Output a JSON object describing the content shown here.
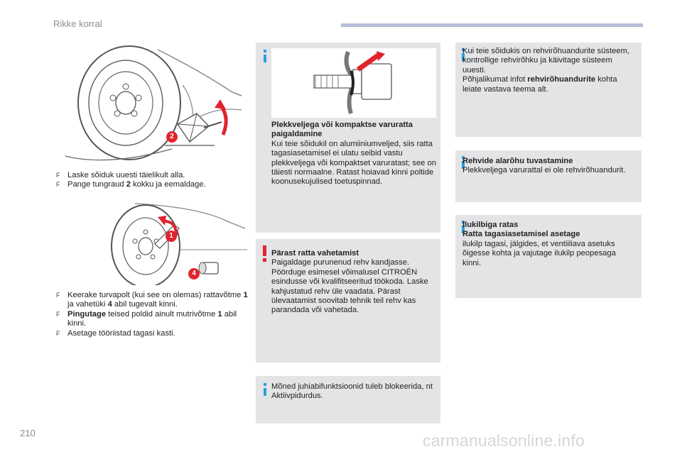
{
  "header": {
    "title": "Rikke korral"
  },
  "page_number": "210",
  "watermark": "carmanualsonline.info",
  "left": {
    "fig1_callout": "2",
    "fig2_callouts": [
      "1",
      "4"
    ],
    "step1": [
      "Laske sõiduk uuesti täielikult alla.",
      {
        "pre": "Pange tungraud ",
        "bold": "2",
        "post": " kokku ja eemaldage."
      }
    ],
    "step2": [
      {
        "pre": "Keerake turvapolt (kui see on olemas) rattavõtme ",
        "b1": "1",
        "mid": " ja vahetüki ",
        "b2": "4",
        "post": " abil tugevalt kinni."
      },
      {
        "bold": "Pingutage",
        "pre": " teised poldid ainult mutrivõtme ",
        "b1": "1",
        "post": " abil kinni."
      },
      "Asetage tööriistad tagasi kasti."
    ],
    "bullet_glyph": "F"
  },
  "middle": {
    "info1_title": "Plekkveljega või kompaktse varuratta paigaldamine",
    "info1_text": "Kui teie sõidukil on alumiiniumveljed, siis ratta tagasiasetamisel ei ulatu seibid vastu plekkveljega või kompaktset varuratast; see on täiesti normaalne. Ratast hoiavad kinni poltide koonusekujulised toetuspinnad.",
    "warn_title": "Pärast ratta vahetamist",
    "warn_text": "Paigaldage purunenud rehv kandjasse. Pöörduge esimesel võimalusel CITROËN esindusse või kvalifitseeritud töökoda. Laske kahjustatud rehv üle vaadata. Pärast ülevaatamist soovitab tehnik teil rehv kas parandada või vahetada.",
    "info2_text": "Mõned juhiabifunktsioonid tuleb blokeerida, nt Aktiivpidurdus."
  },
  "right": {
    "info3_text": "Kui teie sõidukis on rehvirõhuandurite süsteem, kontrollige rehvirõhku ja käivitage süsteem uuesti.",
    "info3_more_pre": "Põhjalikumat infot ",
    "info3_more_bold": "rehvirõhuandurite",
    "info3_more_post": " kohta leiate vastava teema alt.",
    "info4_title": "Rehvide alarõhu tuvastamine",
    "info4_text": "Plekkveljega varurattal ei ole rehvirõhuandurit.",
    "info5_title1": "Ilukilbiga ratas",
    "info5_title2": "Ratta tagasiasetamisel asetage",
    "info5_text": "ilukilp tagasi, jälgides, et ventiiliava asetuks õigesse kohta ja vajutage ilukilp peopesaga kinni."
  },
  "colors": {
    "info_accent": "#2b9fd9",
    "warning_accent": "#e1232c",
    "callout": "#e1232c",
    "box_bg": "#e4e4e6",
    "header_bar": "#b4bfd6"
  }
}
